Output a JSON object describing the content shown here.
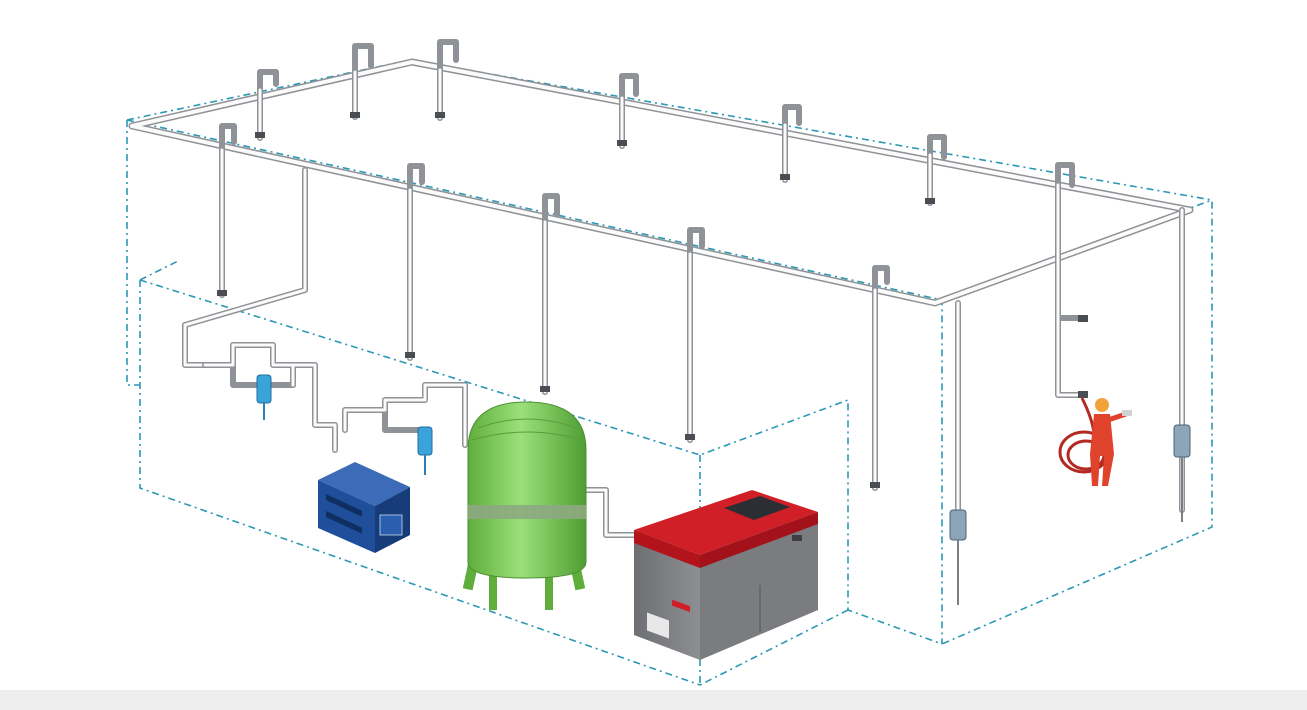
{
  "diagram": {
    "kind": "compressed-air-piping-layout",
    "components": [
      "air-receiver-tank",
      "screw-compressor",
      "refrigerated-dryer",
      "inline-filters",
      "ring-main-pipe",
      "drop-legs",
      "point-of-use-filters",
      "operator-with-hose"
    ],
    "colors": {
      "boundary": "#2b98b5",
      "pipe": "#8f9296",
      "tank": "#7ccb5a",
      "compressor_top": "#d11f27",
      "compressor_body": "#7a7c80",
      "dryer": "#1f4f9a",
      "operator": "#e0432b"
    }
  }
}
